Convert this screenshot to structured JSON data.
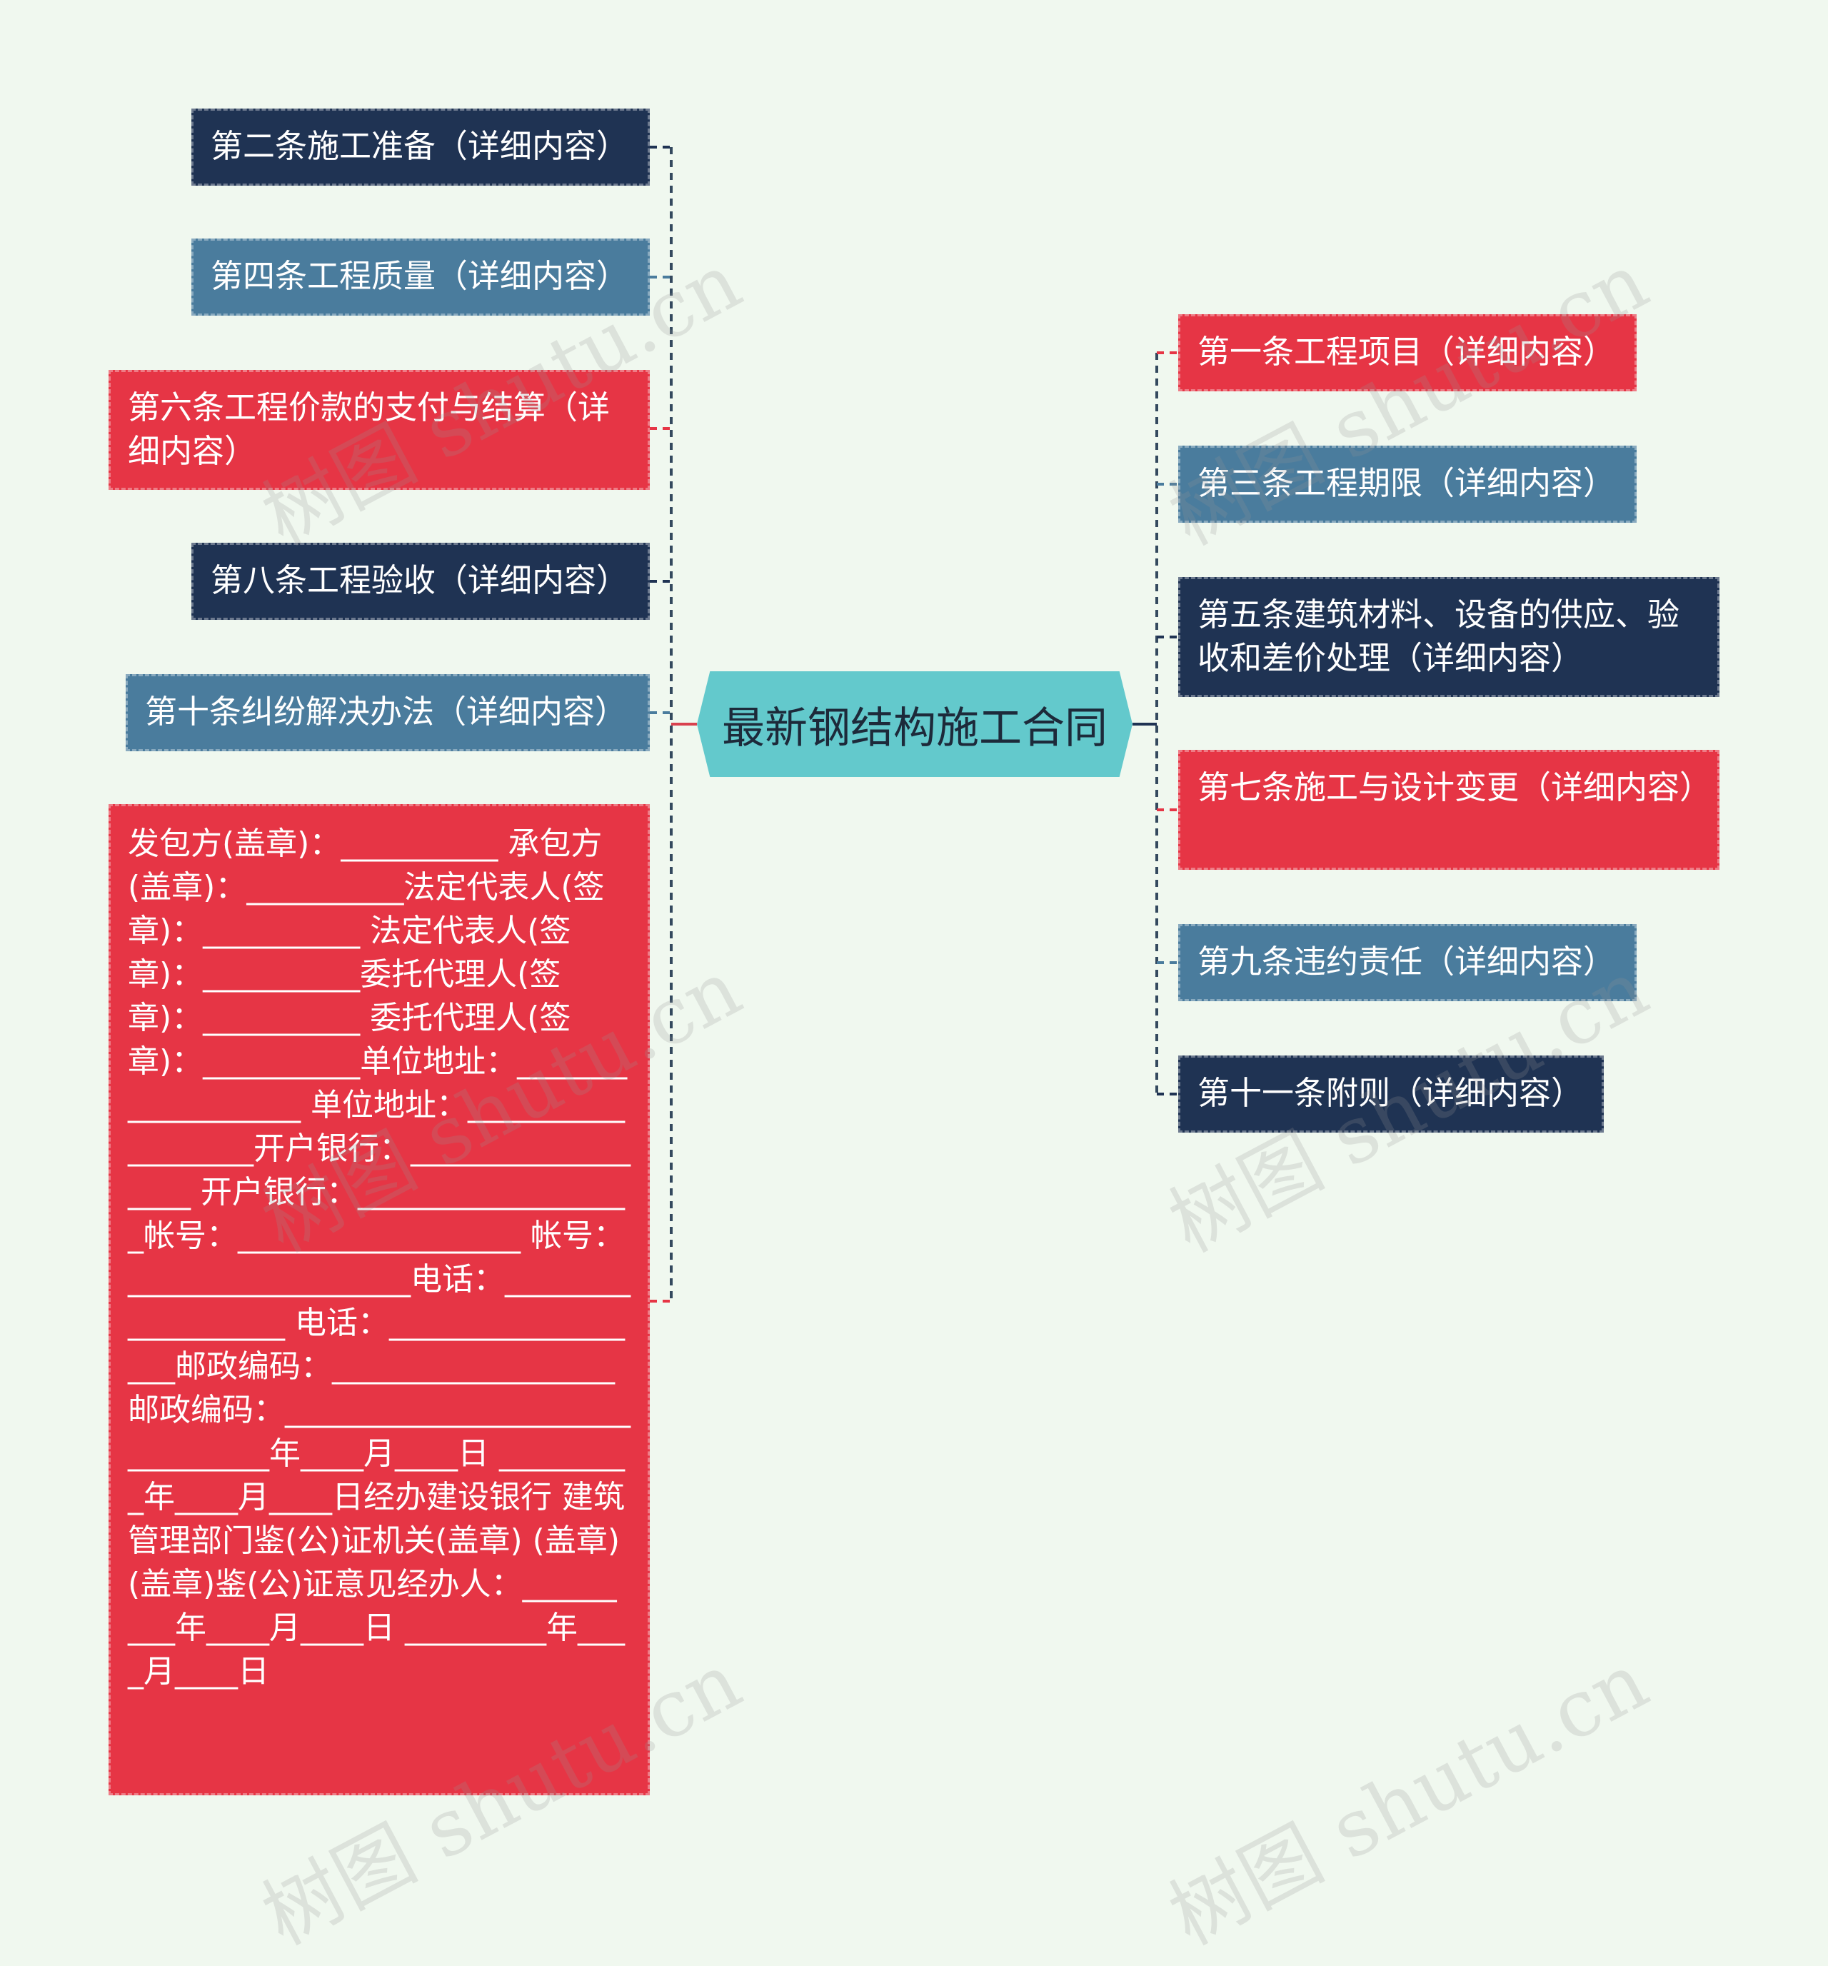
{
  "root": {
    "label": "最新钢结构施工合同"
  },
  "left_nodes": [
    {
      "id": "n2",
      "label": "第二条施工准备（详细内容）",
      "color": "#1f3353"
    },
    {
      "id": "n4",
      "label": "第四条工程质量（详细内容）",
      "color": "#4a7c9d"
    },
    {
      "id": "n6",
      "label": "第六条工程价款的支付与结算（详细内容）",
      "color": "#e63545"
    },
    {
      "id": "n8",
      "label": "第八条工程验收（详细内容）",
      "color": "#1f3353"
    },
    {
      "id": "n10",
      "label": "第十条纠纷解决办法（详细内容）",
      "color": "#4a7c9d"
    },
    {
      "id": "contract",
      "label": "发包方(盖章)：__________ 承包方(盖章)：__________法定代表人(签章)：__________ 法定代表人(签章)：__________委托代理人(签章)：__________ 委托代理人(签章)：__________单位地址：__________________ 单位地址：__________________开户银行：__________________ 开户银行：__________________帐号：__________________ 帐号：__________________电话：__________________ 电话：__________________邮政编码：__________________ 邮政编码：_______________________________年____月____日 _________年____月____日经办建设银行 建筑管理部门鉴(公)证机关(盖章) (盖章)(盖章)鉴(公)证意见经办人：_________年____月____日 _________年____月____日",
      "color": "#e63545"
    }
  ],
  "right_nodes": [
    {
      "id": "n1",
      "label": "第一条工程项目（详细内容）",
      "color": "#e63545"
    },
    {
      "id": "n3",
      "label": "第三条工程期限（详细内容）",
      "color": "#4a7c9d"
    },
    {
      "id": "n5",
      "label": "第五条建筑材料、设备的供应、验收和差价处理（详细内容）",
      "color": "#1f3353"
    },
    {
      "id": "n7",
      "label": "第七条施工与设计变更（详细内容）",
      "color": "#e63545"
    },
    {
      "id": "n9",
      "label": "第九条违约责任（详细内容）",
      "color": "#4a7c9d"
    },
    {
      "id": "n11",
      "label": "第十一条附则（详细内容）",
      "color": "#1f3353"
    }
  ],
  "watermark": "树图 shutu.cn"
}
